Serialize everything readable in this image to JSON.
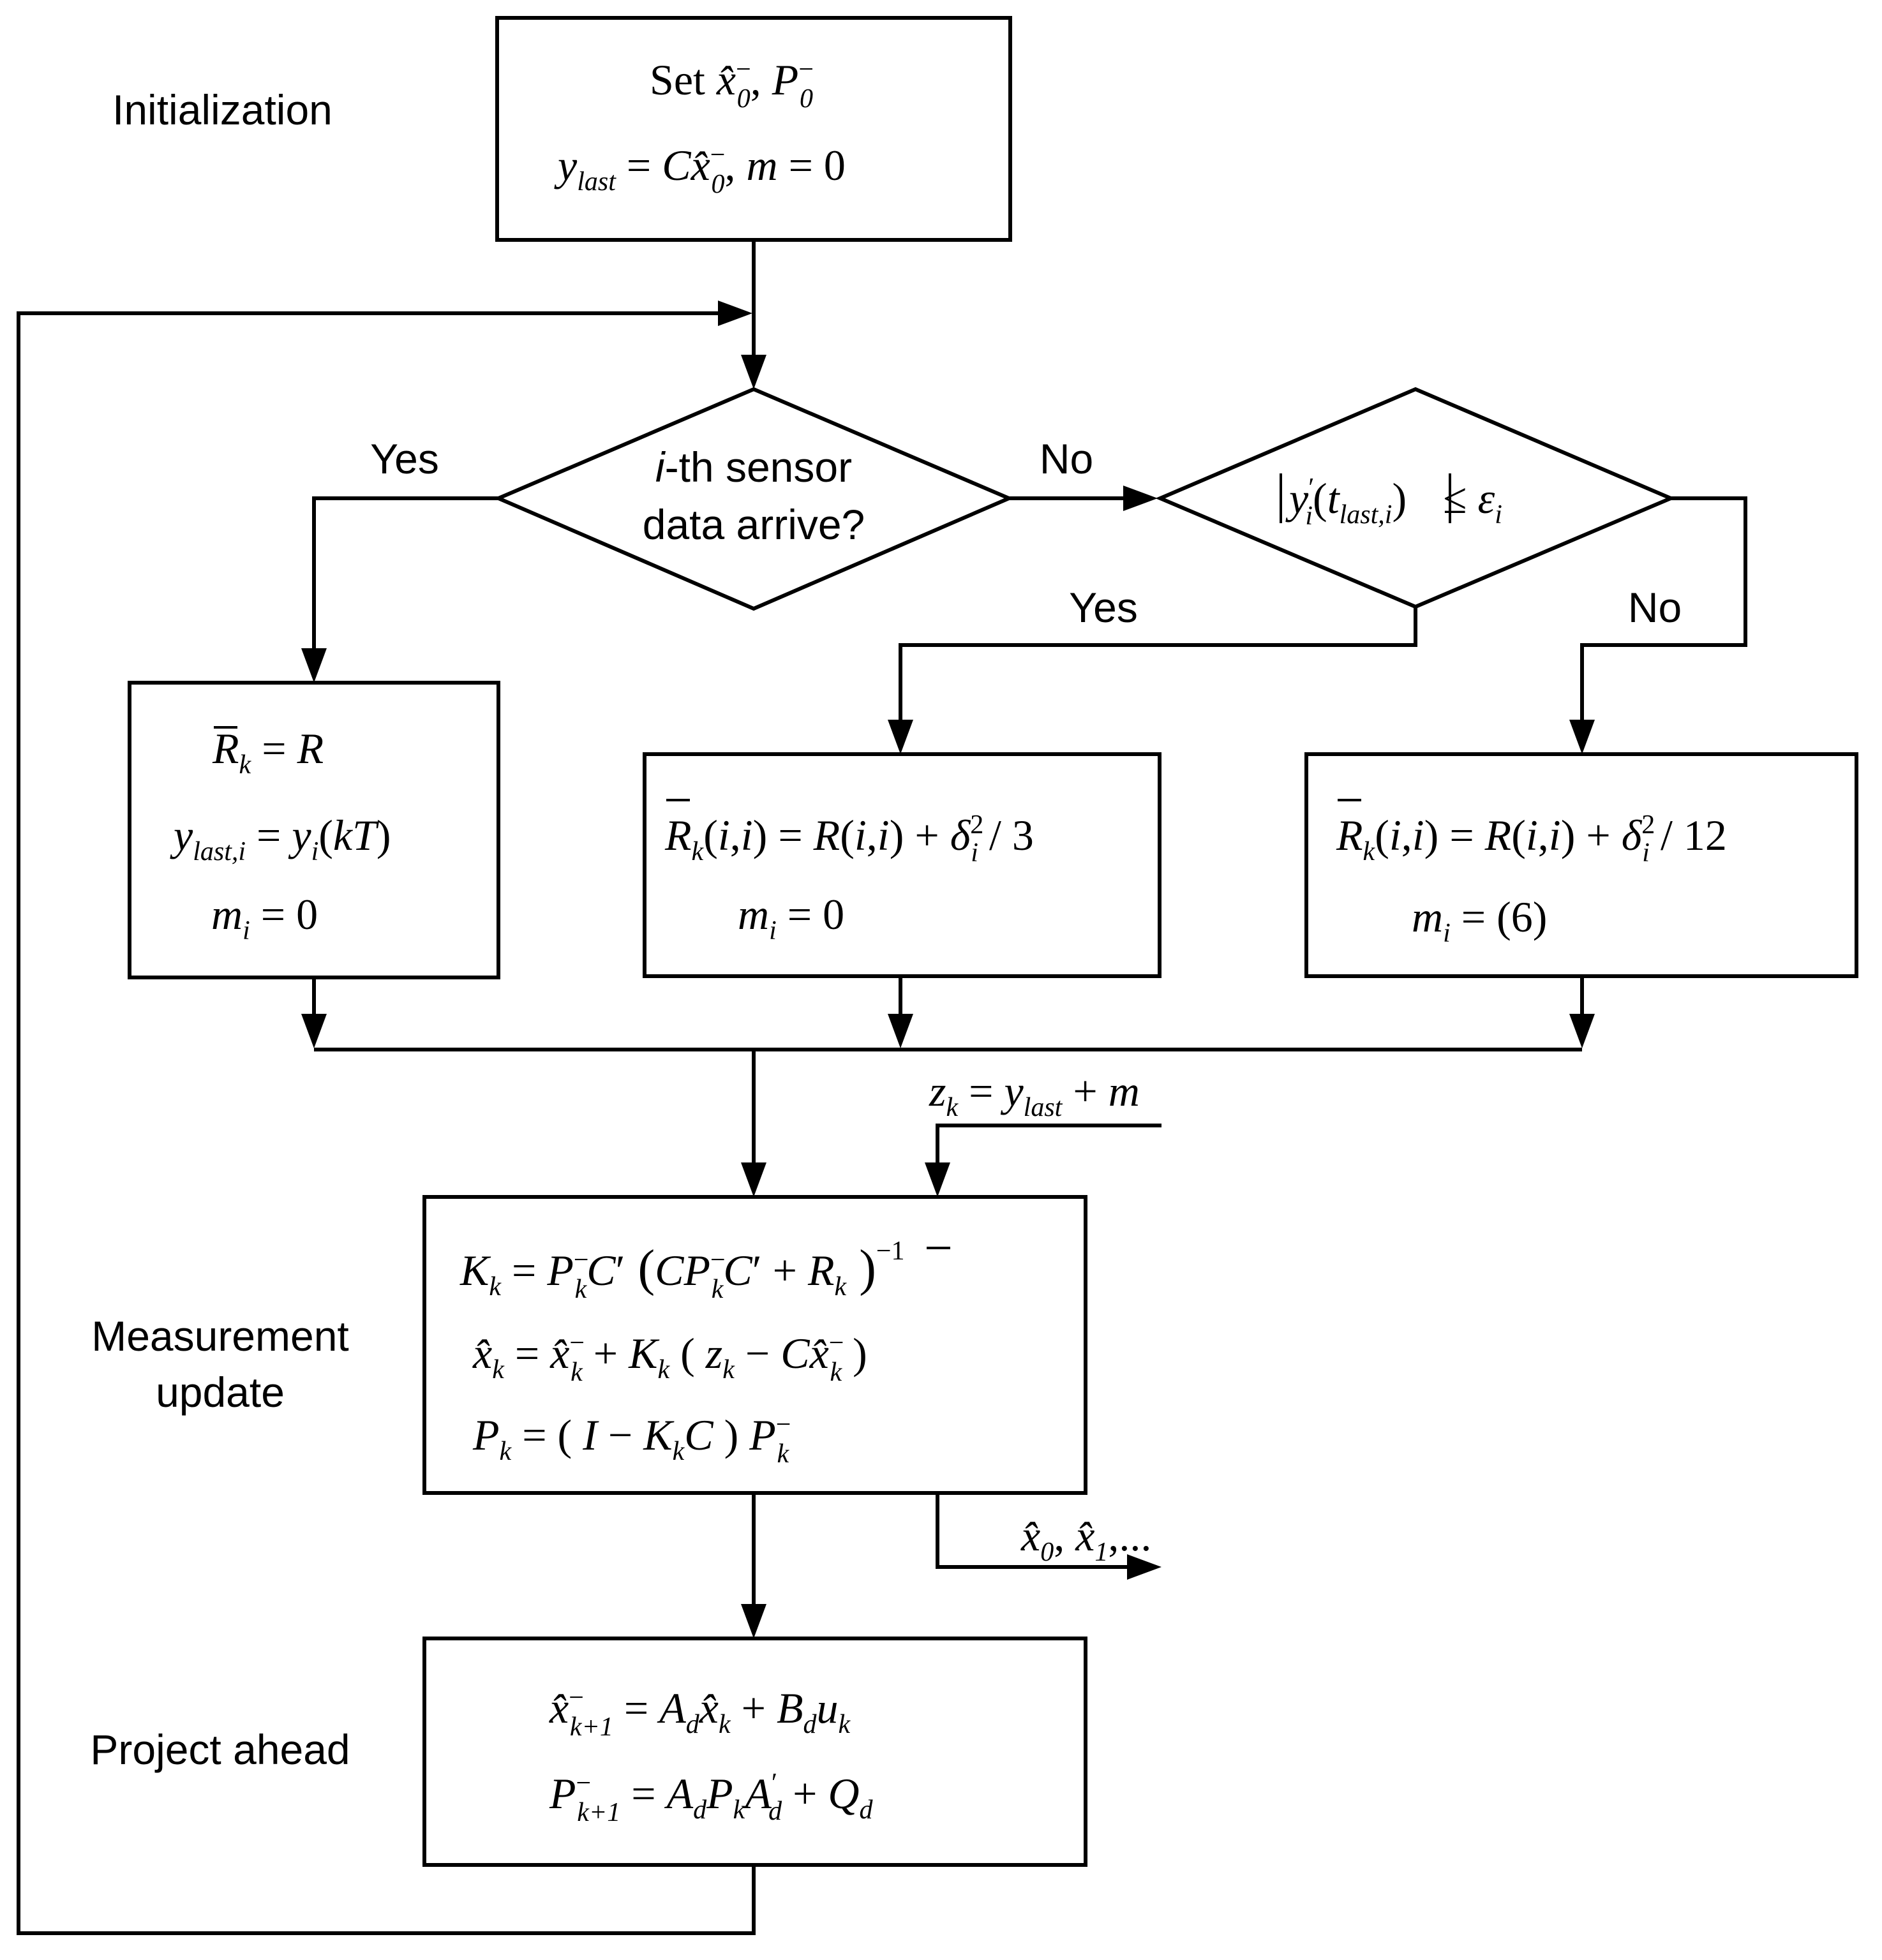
{
  "labels": {
    "initialization": "Initialization",
    "measurement_update_1": "Measurement",
    "measurement_update_2": "update",
    "project_ahead": "Project ahead",
    "yes_left": "Yes",
    "no_right": "No",
    "yes_lower": "Yes",
    "no_lower": "No"
  },
  "decision1": {
    "line1_prefix": "i",
    "line1_rest": "-th sensor",
    "line2": "data arrive?"
  },
  "init_box": {
    "line1_word": "Set"
  }
}
